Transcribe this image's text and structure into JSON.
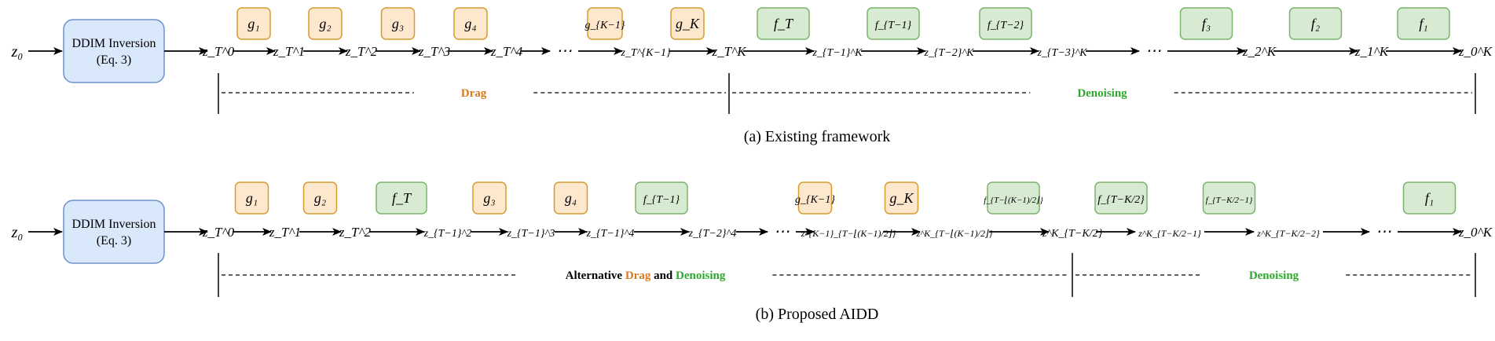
{
  "colors": {
    "drag_fill": "#fde7cd",
    "drag_stroke": "#d79b2f",
    "drag_text": "#d9791a",
    "denoise_fill": "#d7ebd3",
    "denoise_stroke": "#7ab36a",
    "denoise_text": "#2ea82e",
    "ddim_fill": "#d9e8fb",
    "ddim_stroke": "#6f92c8"
  },
  "panel_a": {
    "caption": "(a) Existing framework",
    "input": "z₀",
    "ddim_box": {
      "line1": "DDIM Inversion",
      "line2": "(Eq. 3)"
    },
    "nodes": [
      "z_T^0",
      "z_T^1",
      "z_T^2",
      "z_T^3",
      "z_T^4",
      "⋯",
      "z_T^{K−1}",
      "z_T^K",
      "z_{T−1}^K",
      "z_{T−2}^K",
      "z_{T−3}^K",
      "⋯",
      "z_2^K",
      "z_1^K",
      "z_0^K"
    ],
    "ops": [
      {
        "label": "g₁",
        "kind": "drag"
      },
      {
        "label": "g₂",
        "kind": "drag"
      },
      {
        "label": "g₃",
        "kind": "drag"
      },
      {
        "label": "g₄",
        "kind": "drag"
      },
      {
        "label": "",
        "kind": "none"
      },
      {
        "label": "g_{K−1}",
        "kind": "drag"
      },
      {
        "label": "g_K",
        "kind": "drag"
      },
      {
        "label": "f_T",
        "kind": "denoise"
      },
      {
        "label": "f_{T−1}",
        "kind": "denoise"
      },
      {
        "label": "f_{T−2}",
        "kind": "denoise"
      },
      {
        "label": "",
        "kind": "none"
      },
      {
        "label": "f₃",
        "kind": "denoise"
      },
      {
        "label": "f₂",
        "kind": "denoise"
      },
      {
        "label": "f₁",
        "kind": "denoise"
      }
    ],
    "segments": [
      {
        "label": "Drag",
        "kind": "drag"
      },
      {
        "label": "Denoising",
        "kind": "denoise"
      }
    ]
  },
  "panel_b": {
    "caption": "(b) Proposed AIDD",
    "input": "z₀",
    "ddim_box": {
      "line1": "DDIM Inversion",
      "line2": "(Eq. 3)"
    },
    "nodes": [
      "z_T^0",
      "z_T^1",
      "z_T^2",
      "z_{T−1}^2",
      "z_{T−1}^3",
      "z_{T−1}^4",
      "z_{T−2}^4",
      "⋯",
      "z^{K−1}_{T−⌊(K−1)/2⌋}",
      "z^K_{T−⌊(K−1)/2⌋}",
      "z^K_{T−K/2}",
      "z^K_{T−K/2−1}",
      "z^K_{T−K/2−2}",
      "⋯",
      "z_0^K"
    ],
    "ops": [
      {
        "label": "g₁",
        "kind": "drag"
      },
      {
        "label": "g₂",
        "kind": "drag"
      },
      {
        "label": "f_T",
        "kind": "denoise"
      },
      {
        "label": "g₃",
        "kind": "drag"
      },
      {
        "label": "g₄",
        "kind": "drag"
      },
      {
        "label": "f_{T−1}",
        "kind": "denoise"
      },
      {
        "label": "",
        "kind": "none"
      },
      {
        "label": "g_{K−1}",
        "kind": "drag"
      },
      {
        "label": "g_K",
        "kind": "drag"
      },
      {
        "label": "f_{T−⌊(K−1)/2⌋}",
        "kind": "denoise"
      },
      {
        "label": "f_{T−K/2}",
        "kind": "denoise"
      },
      {
        "label": "f_{T−K/2−1}",
        "kind": "denoise"
      },
      {
        "label": "",
        "kind": "none"
      },
      {
        "label": "f₁",
        "kind": "denoise"
      }
    ],
    "segments": [
      {
        "label_parts": [
          {
            "text": "Alternative ",
            "kind": "plain"
          },
          {
            "text": "Drag",
            "kind": "drag"
          },
          {
            "text": " and ",
            "kind": "plain"
          },
          {
            "text": "Denoising",
            "kind": "denoise"
          }
        ]
      },
      {
        "label": "Denoising",
        "kind": "denoise"
      }
    ]
  }
}
